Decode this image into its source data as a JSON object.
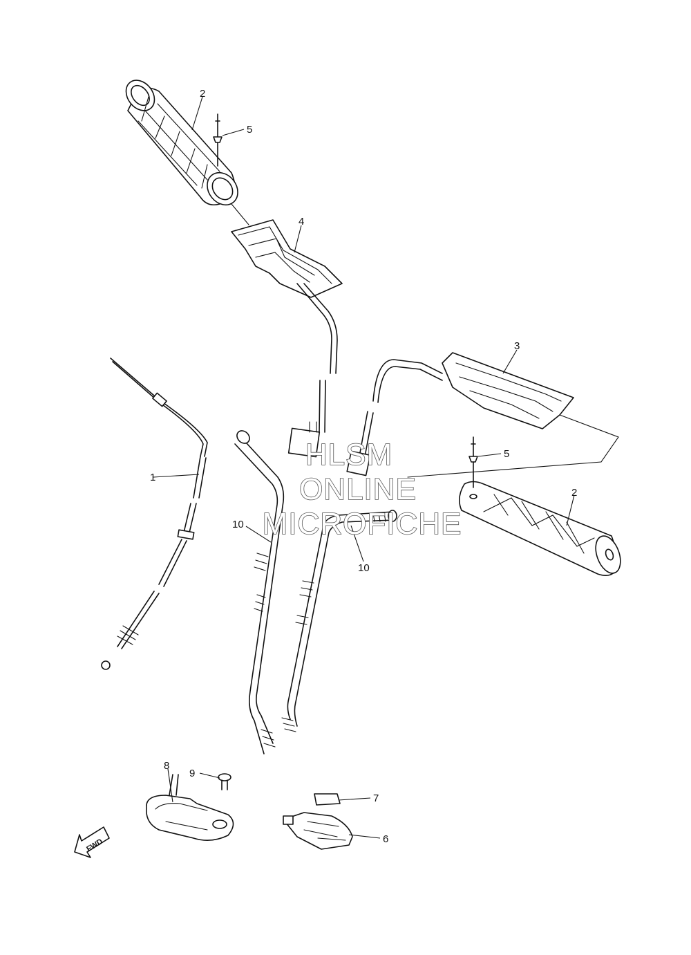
{
  "callouts": {
    "c1": "1",
    "c2a": "2",
    "c2b": "2",
    "c3": "3",
    "c4": "4",
    "c5a": "5",
    "c5b": "5",
    "c6": "6",
    "c7": "7",
    "c8": "8",
    "c9": "9",
    "c10a": "10",
    "c10b": "10"
  },
  "watermark": {
    "line1": "HLSM",
    "line2": "ONLINE",
    "line3": "MICROFICHE"
  },
  "direction": {
    "label": "FWD",
    "icon": "forward-arrow-icon"
  },
  "colors": {
    "line": "#111111",
    "background": "#ffffff"
  }
}
